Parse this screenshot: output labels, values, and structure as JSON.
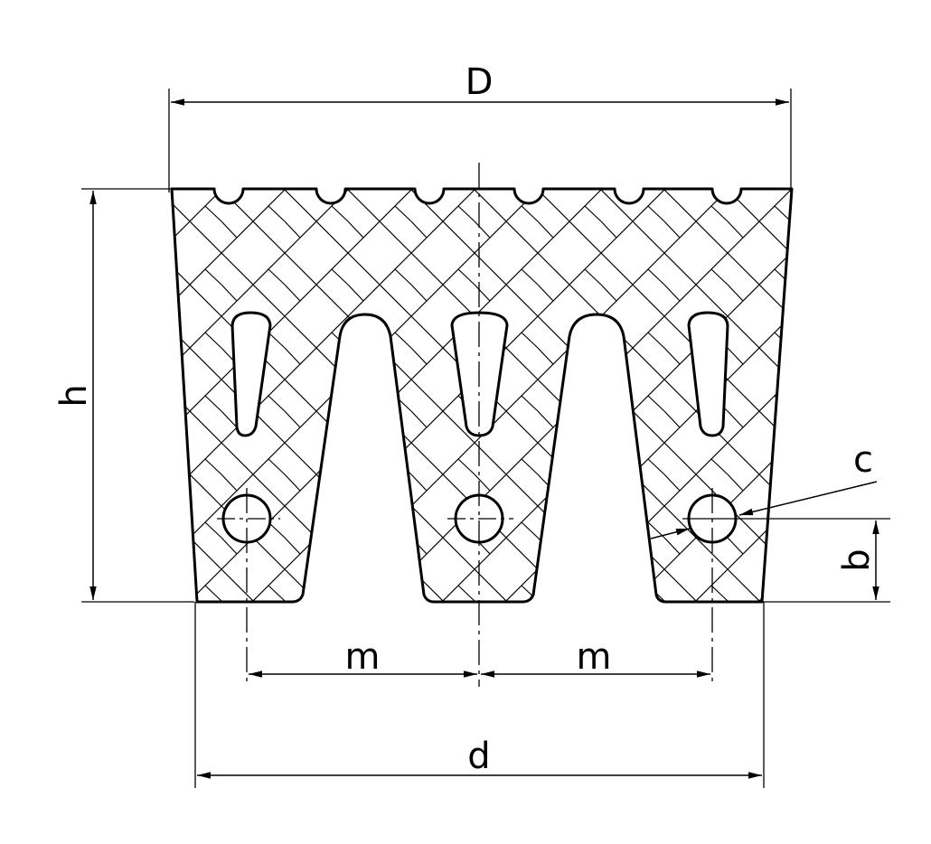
{
  "labels": {
    "D": "D",
    "h": "h",
    "c": "c",
    "b": "b",
    "m_left": "m",
    "m_right": "m",
    "d": "d"
  },
  "colors": {
    "ink": "#000000",
    "background": "#ffffff"
  }
}
